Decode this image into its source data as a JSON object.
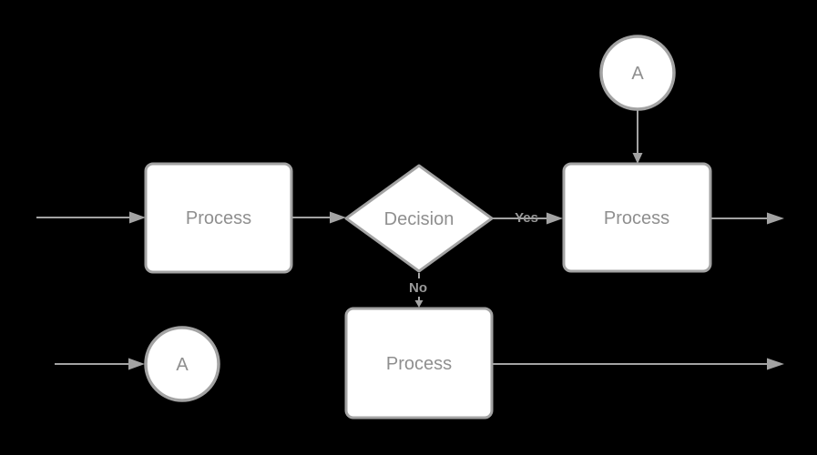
{
  "diagram": {
    "type": "flowchart",
    "background": "#000000",
    "colors": {
      "shape_fill": "#ffffff",
      "shape_stroke": "#a3a3a3",
      "node_text": "#8f8f8f",
      "edge_stroke": "#a3a3a3",
      "edge_label_text": "#9a9a9a"
    },
    "nodes": {
      "process1": {
        "shape": "rectangle",
        "label": "Process"
      },
      "decision1": {
        "shape": "diamond",
        "label": "Decision"
      },
      "process2": {
        "shape": "rectangle",
        "label": "Process"
      },
      "process3": {
        "shape": "rectangle",
        "label": "Process"
      },
      "connectorTop": {
        "shape": "circle",
        "label": "A"
      },
      "connectorBottom": {
        "shape": "circle",
        "label": "A"
      }
    },
    "edgeLabels": {
      "yes": "Yes",
      "no": "No"
    },
    "edges": [
      {
        "from": "start-left",
        "to": "process1",
        "label": ""
      },
      {
        "from": "process1",
        "to": "decision1",
        "label": ""
      },
      {
        "from": "decision1",
        "to": "process2",
        "label": "Yes"
      },
      {
        "from": "decision1",
        "to": "process3",
        "label": "No"
      },
      {
        "from": "connectorTop",
        "to": "process2",
        "label": ""
      },
      {
        "from": "process2",
        "to": "exit-right",
        "label": ""
      },
      {
        "from": "process3",
        "to": "exit-right",
        "label": ""
      },
      {
        "from": "start-left-lower",
        "to": "connectorBottom",
        "label": ""
      }
    ]
  }
}
